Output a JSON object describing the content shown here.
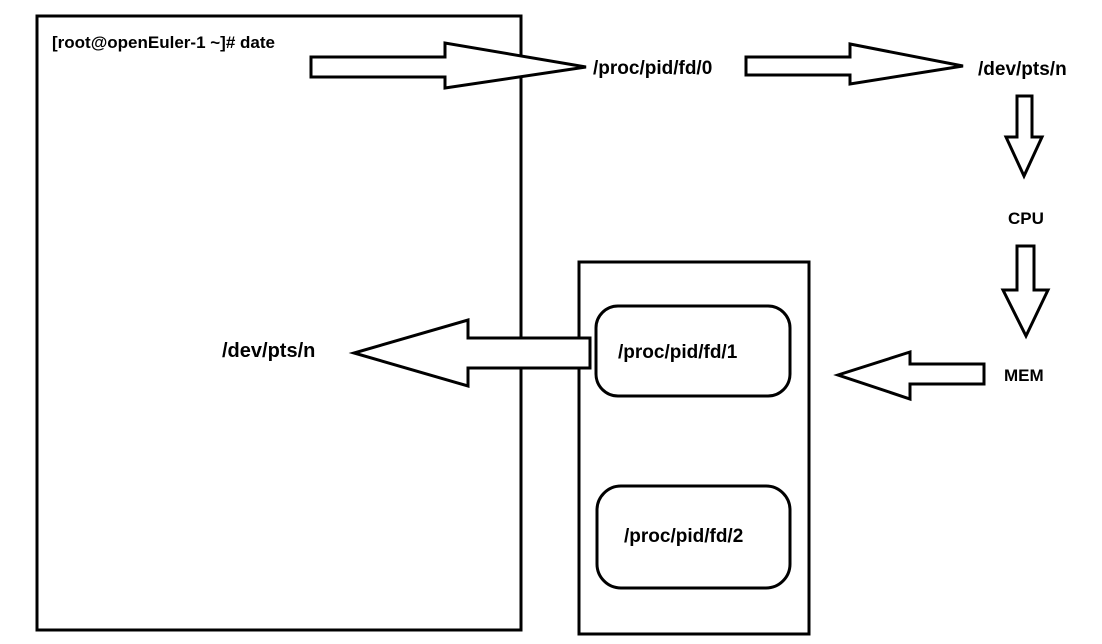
{
  "terminal": {
    "command_line": "[root@openEuler-1 ~]# date",
    "output_device": "/dev/pts/n"
  },
  "flow": {
    "stdin_fd": "/proc/pid/fd/0",
    "input_device": "/dev/pts/n",
    "cpu": "CPU",
    "mem": "MEM"
  },
  "process_fds": {
    "stdout_fd": "/proc/pid/fd/1",
    "stderr_fd": "/proc/pid/fd/2"
  },
  "colors": {
    "stroke": "#000000",
    "background": "#ffffff"
  }
}
